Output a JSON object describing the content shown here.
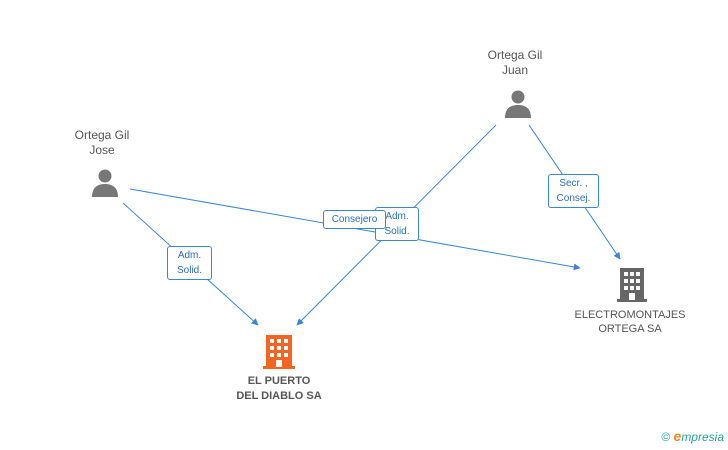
{
  "nodes": {
    "person_juan": {
      "label_line1": "Ortega Gil",
      "label_line2": "Juan",
      "icon": "person-icon"
    },
    "person_jose": {
      "label_line1": "Ortega Gil",
      "label_line2": "Jose",
      "icon": "person-icon"
    },
    "company_puerto": {
      "label_line1": "EL PUERTO",
      "label_line2": "DEL DIABLO SA",
      "icon": "building-icon",
      "color": "#f26522"
    },
    "company_electro": {
      "label_line1": "ELECTROMONTAJES",
      "label_line2": "ORTEGA SA",
      "icon": "building-icon",
      "color": "#666666"
    }
  },
  "edges": {
    "jose_puerto": {
      "line1": "Adm.",
      "line2": "Solid."
    },
    "jose_electro": {
      "line1": "Consejero"
    },
    "juan_puerto": {
      "line1": "Adm.",
      "line2": "Solid."
    },
    "juan_electro": {
      "line1": "Secr. ,",
      "line2": "Consej."
    }
  },
  "footer": {
    "copyright": "©",
    "brand_initial": "e",
    "brand_rest": "mpresia"
  },
  "colors": {
    "edge": "#3a86d4",
    "person": "#777777",
    "main_company": "#f26522",
    "company": "#666666"
  }
}
